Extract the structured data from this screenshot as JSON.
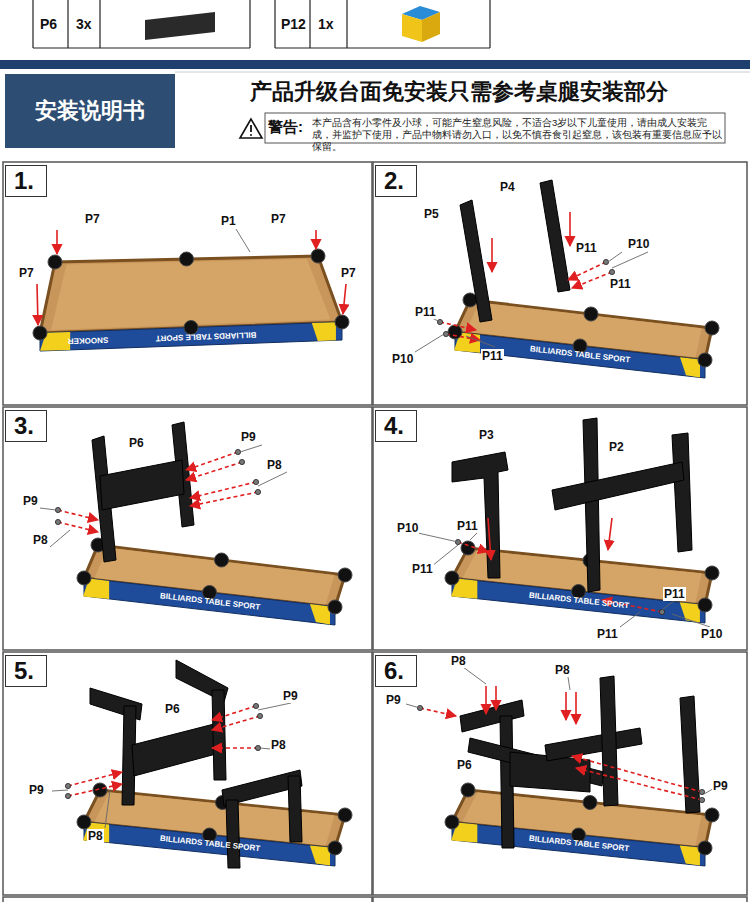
{
  "diagram": {
    "title": "产品升级台面免安装只需参考桌腿安装部分",
    "nodes": [
      {
        "text": [
          "安装说明书"
        ]
      },
      {
        "text": [
          "1."
        ]
      },
      {
        "text": [
          "2."
        ]
      },
      {
        "text": [
          "3."
        ]
      },
      {
        "text": [
          "4."
        ]
      },
      {
        "text": [
          "5."
        ]
      },
      {
        "text": [
          "6."
        ]
      }
    ],
    "labels": [
      "P6",
      "3x",
      "P12",
      "1x",
      "警告:",
      "本产品含有小零件及小球，可能产生窒息风险，不适合3岁以下儿童使用，请由成人安装完成，并监护下使用，产品中物料请勿入口，以免不慎吞食引起窒息，该包装有重要信息应予以保留。",
      "P7",
      "P1",
      "P7",
      "P7",
      "P7",
      "P4",
      "P5",
      "P11",
      "P10",
      "P11",
      "P11",
      "P10",
      "P11",
      "P6",
      "P9",
      "P8",
      "P9",
      "P8",
      "P3",
      "P2",
      "P10",
      "P11",
      "P11",
      "P11",
      "P11",
      "P10",
      "P6",
      "P9",
      "P8",
      "P9",
      "P8",
      "P8",
      "P8",
      "P9",
      "P6",
      "P9",
      "BILLIARDS TABLE SPORT",
      "SNOOKER",
      "BILLIARDS TABLE SPORT",
      "BILLIARDS TABLE SPORT",
      "BILLIARDS TABLE SPORT",
      "BILLIARDS TABLE SPORT",
      "BILLIARDS TABLE SPORT"
    ]
  }
}
